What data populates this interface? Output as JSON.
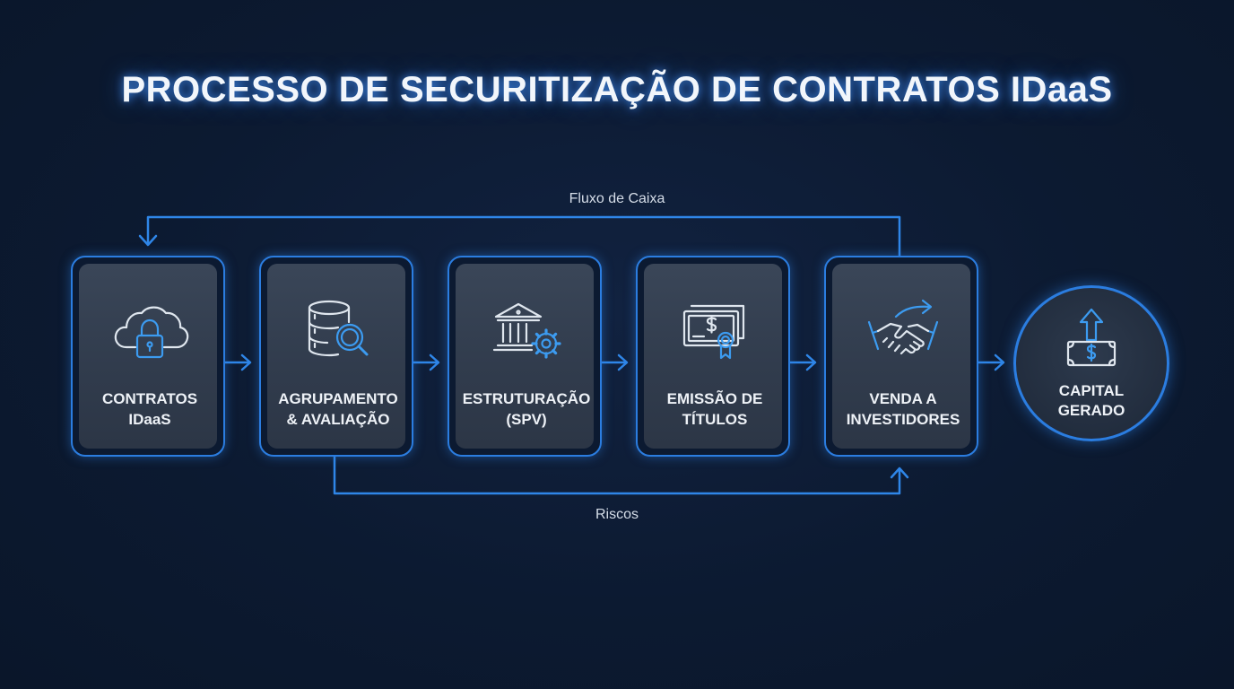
{
  "title": "PROCESSO DE SECURITIZAÇÃO DE CONTRATOS IDaaS",
  "steps": [
    {
      "line1": "CONTRATOS",
      "line2": "IDaaS",
      "icon": "cloud-lock-icon"
    },
    {
      "line1": "AGRUPAMENTO",
      "line2": "& AVALIAÇÃO",
      "icon": "database-search-icon"
    },
    {
      "line1": "ESTRUTURAÇÃO",
      "line2": "(SPV)",
      "icon": "bank-gear-icon"
    },
    {
      "line1": "EMISSÃO DE",
      "line2": "TÍTULOS",
      "icon": "certificate-icon"
    },
    {
      "line1": "VENDA A",
      "line2": "INVESTIDORES",
      "icon": "handshake-icon"
    }
  ],
  "outcome": {
    "line1": "CAPITAL",
    "line2": "GERADO",
    "icon": "money-up-icon"
  },
  "feedback_top": {
    "label": "Fluxo de Caixa"
  },
  "feedback_bottom": {
    "label": "Riscos"
  },
  "colors": {
    "background": "#0c1a31",
    "accent": "#2b7de0",
    "card": "#343f50",
    "text": "#eef2f7"
  }
}
